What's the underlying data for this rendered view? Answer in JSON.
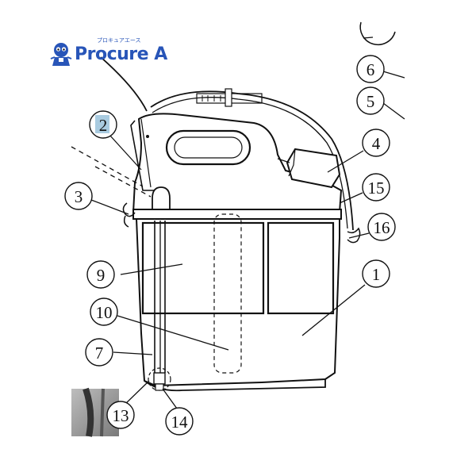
{
  "logo": {
    "text": "Procure A",
    "kana": "プロキュアエース",
    "accent": "#2855b8",
    "mascot": "mascot-icon"
  },
  "callouts": [
    {
      "label": "6"
    },
    {
      "label": "5"
    },
    {
      "label": "2",
      "highlight": "#a9cbe0"
    },
    {
      "label": "4"
    },
    {
      "label": "3"
    },
    {
      "label": "15"
    },
    {
      "label": "16"
    },
    {
      "label": "9"
    },
    {
      "label": "1"
    },
    {
      "label": "10"
    },
    {
      "label": "7"
    },
    {
      "label": "13"
    },
    {
      "label": "14"
    }
  ],
  "colors": {
    "line": "#111111",
    "highlight": "#a9cbe0"
  }
}
